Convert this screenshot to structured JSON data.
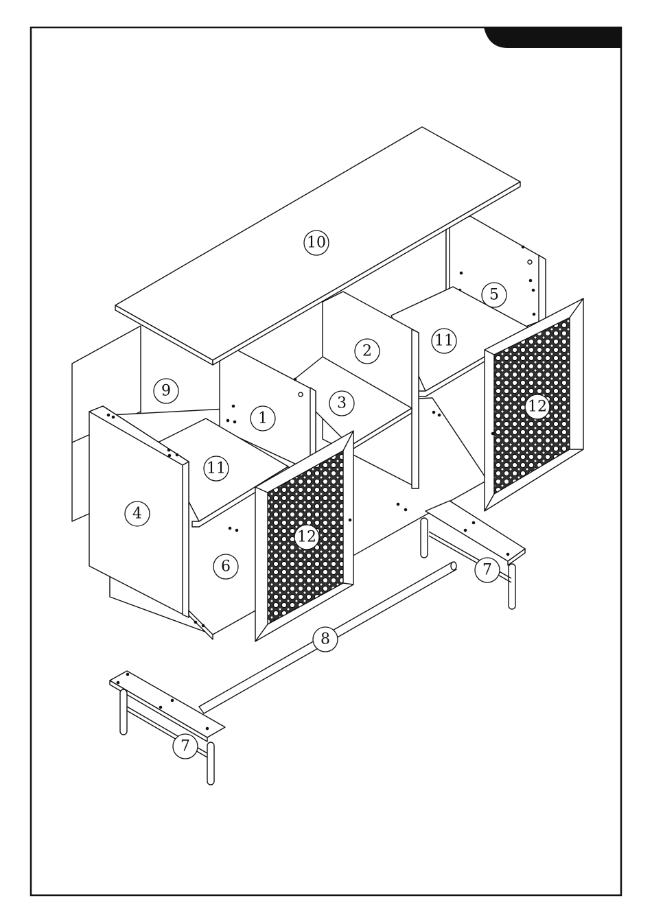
{
  "part_labels": [
    {
      "id": "p1",
      "text": "1"
    },
    {
      "id": "p2",
      "text": "2"
    },
    {
      "id": "p3",
      "text": "3"
    },
    {
      "id": "p4",
      "text": "4"
    },
    {
      "id": "p5",
      "text": "5"
    },
    {
      "id": "p6",
      "text": "6"
    },
    {
      "id": "p7a",
      "text": "7"
    },
    {
      "id": "p7b",
      "text": "7"
    },
    {
      "id": "p8",
      "text": "8"
    },
    {
      "id": "p9",
      "text": "9"
    },
    {
      "id": "p10",
      "text": "10"
    },
    {
      "id": "p11a",
      "text": "11"
    },
    {
      "id": "p11b",
      "text": "11"
    },
    {
      "id": "p12a",
      "text": "12"
    },
    {
      "id": "p12b",
      "text": "12"
    }
  ],
  "header_tab": {
    "text": ""
  },
  "colors": {
    "line": "#111111",
    "fill": "#ffffff",
    "tab": "#111111",
    "mesh": "#222222"
  }
}
